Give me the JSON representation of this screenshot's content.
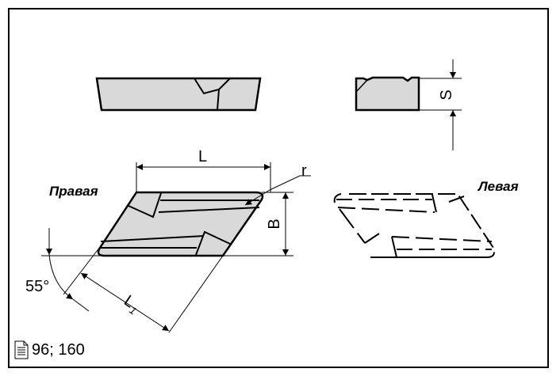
{
  "labels": {
    "right": "Правая",
    "left": "Левая",
    "length": "L",
    "length1_main": "L",
    "length1_sub": "1",
    "width": "B",
    "thickness": "S",
    "radius": "r",
    "angle": "55°"
  },
  "reference": {
    "icon": "document-icon",
    "pages": "96; 160"
  },
  "colors": {
    "fill": "#d9d9d9",
    "line": "#000000"
  }
}
